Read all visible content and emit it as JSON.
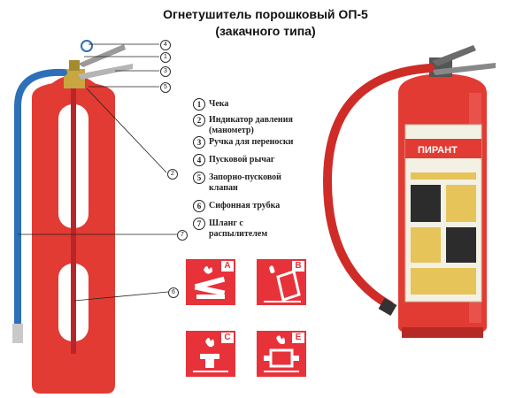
{
  "title_line1": "Огнетушитель порошковый ОП-5",
  "title_line2": "(закачного типа)",
  "legend": [
    {
      "num": "1",
      "lines": [
        "Чека"
      ]
    },
    {
      "num": "2",
      "lines": [
        "Индикатор давления",
        "(манометр)"
      ]
    },
    {
      "num": "3",
      "lines": [
        "Ручка для переноски"
      ]
    },
    {
      "num": "4",
      "lines": [
        "Пусковой рычаг"
      ]
    },
    {
      "num": "5",
      "lines": [
        "Запорно-пусковой",
        "клапан"
      ]
    },
    {
      "num": "6",
      "lines": [
        "Сифонная трубка"
      ]
    },
    {
      "num": "7",
      "lines": [
        "Шланг с",
        "распылителем"
      ]
    }
  ],
  "callouts": [
    "4",
    "1",
    "3",
    "5",
    "2",
    "7",
    "6"
  ],
  "fire_classes": [
    {
      "letter": "A",
      "icon": "burning-wood-icon"
    },
    {
      "letter": "B",
      "icon": "fuel-canister-icon"
    },
    {
      "letter": "C",
      "icon": "gas-burner-icon"
    },
    {
      "letter": "E",
      "icon": "electrical-equipment-icon"
    }
  ],
  "product_label": {
    "brand": "ПИРАНТ"
  },
  "colors": {
    "extinguisher_red": "#e23b33",
    "hose_blue": "#2d6fb8",
    "pictogram_red": "#e8323a"
  }
}
